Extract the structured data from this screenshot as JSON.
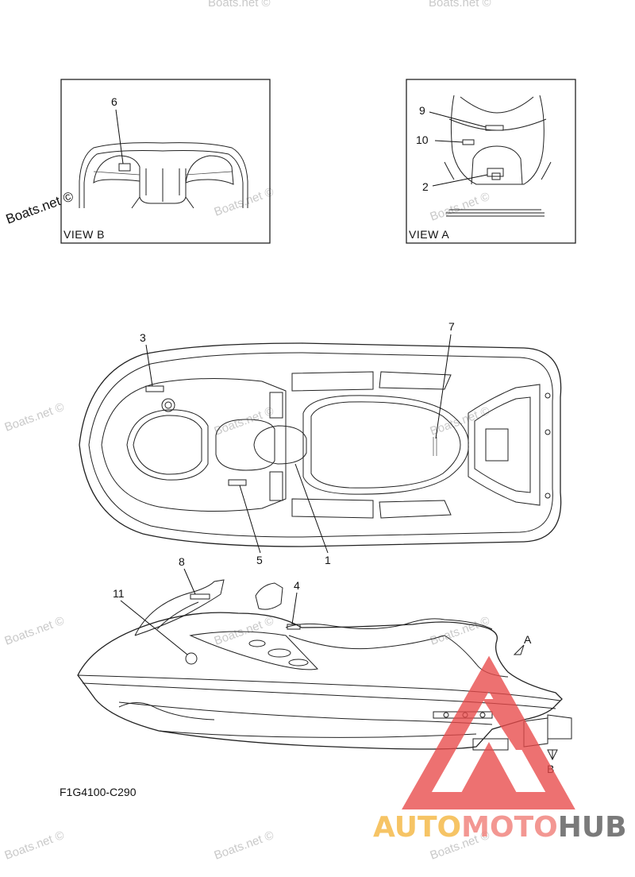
{
  "views": {
    "view_b": {
      "title": "VIEW B",
      "callouts": [
        "6"
      ]
    },
    "view_a": {
      "title": "VIEW A",
      "callouts": [
        "9",
        "10",
        "2"
      ]
    }
  },
  "callouts": {
    "c1": "1",
    "c2": "2",
    "c3": "3",
    "c4": "4",
    "c5": "5",
    "c6": "6",
    "c7": "7",
    "c8": "8",
    "c9": "9",
    "c10": "10",
    "c11": "11"
  },
  "arrows": {
    "a": "A",
    "b": "B"
  },
  "part_code": "F1G4100-C290",
  "watermark": {
    "site": "Boats.net ©",
    "site_prefix": "© Boats.net"
  },
  "logo": {
    "auto": "AUTO",
    "moto": "MOTO",
    "hub": "HUB"
  },
  "colors": {
    "logo_red": "#e84a4a",
    "logo_yellow": "#f4b43a",
    "logo_gray": "#555555",
    "line": "#222222"
  }
}
